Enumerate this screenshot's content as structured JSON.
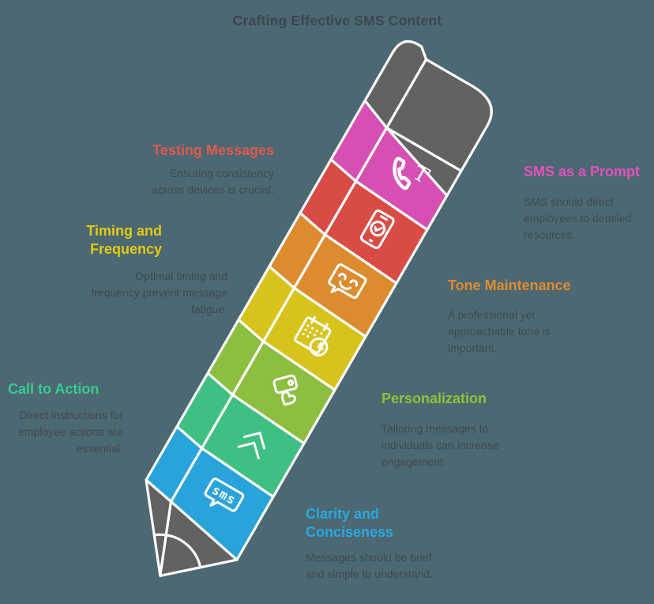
{
  "title": "Crafting Effective SMS Content",
  "colors": {
    "background": "#4c6872",
    "outline": "#ffffff",
    "body_text": "#3f4a52",
    "title_text": "#3d474e"
  },
  "pencil": {
    "eraser_color": "#626262",
    "tip_color": "#626262",
    "icon_text": {
      "t": "T",
      "sms": "sms"
    },
    "segments": [
      {
        "name": "sms-as-a-prompt",
        "color": "#d650b3",
        "icon": "phone-t-icon"
      },
      {
        "name": "testing-messages",
        "color": "#d84c45",
        "icon": "phone-check-icon"
      },
      {
        "name": "tone-maintenance",
        "color": "#dc8c2f",
        "icon": "chat-smiley-icon"
      },
      {
        "name": "timing-and-frequency",
        "color": "#d8c31d",
        "icon": "calendar-clock-icon"
      },
      {
        "name": "personalization",
        "color": "#8cbe3f",
        "icon": "tag-heart-icon"
      },
      {
        "name": "call-to-action",
        "color": "#3fc083",
        "icon": "chevrons-up-icon"
      },
      {
        "name": "clarity-and-conciseness",
        "color": "#29a4db",
        "icon": "sms-bubble-icon"
      }
    ]
  },
  "labels": [
    {
      "id": "testing-messages",
      "title": "Testing Messages",
      "color": "#e0584f",
      "body": "Ensuring consistency\nacross devices is crucial."
    },
    {
      "id": "timing-and-frequency",
      "title": "Timing and\nFrequency",
      "color": "#e4c90f",
      "body": "Optimal timing and\nfrequency prevent message\nfatigue."
    },
    {
      "id": "call-to-action",
      "title": "Call to Action",
      "color": "#36cc8d",
      "body": "Direct instructions for\nemployee actions are\nessential."
    },
    {
      "id": "sms-as-a-prompt",
      "title": "SMS as a Prompt",
      "color": "#e550bb",
      "body": "SMS should direct\nemployees to detailed\nresources."
    },
    {
      "id": "tone-maintenance",
      "title": "Tone Maintenance",
      "color": "#e08a2e",
      "body": "A professional yet\napproachable tone is\nimportant."
    },
    {
      "id": "personalization",
      "title": "Personalization",
      "color": "#8dc33d",
      "body": "Tailoring messages to\nindividuals can increase\nengagement."
    },
    {
      "id": "clarity-and-conciseness",
      "title": "Clarity and\nConciseness",
      "color": "#29a8e0",
      "body": "Messages should be brief\nand simple to understand."
    }
  ]
}
